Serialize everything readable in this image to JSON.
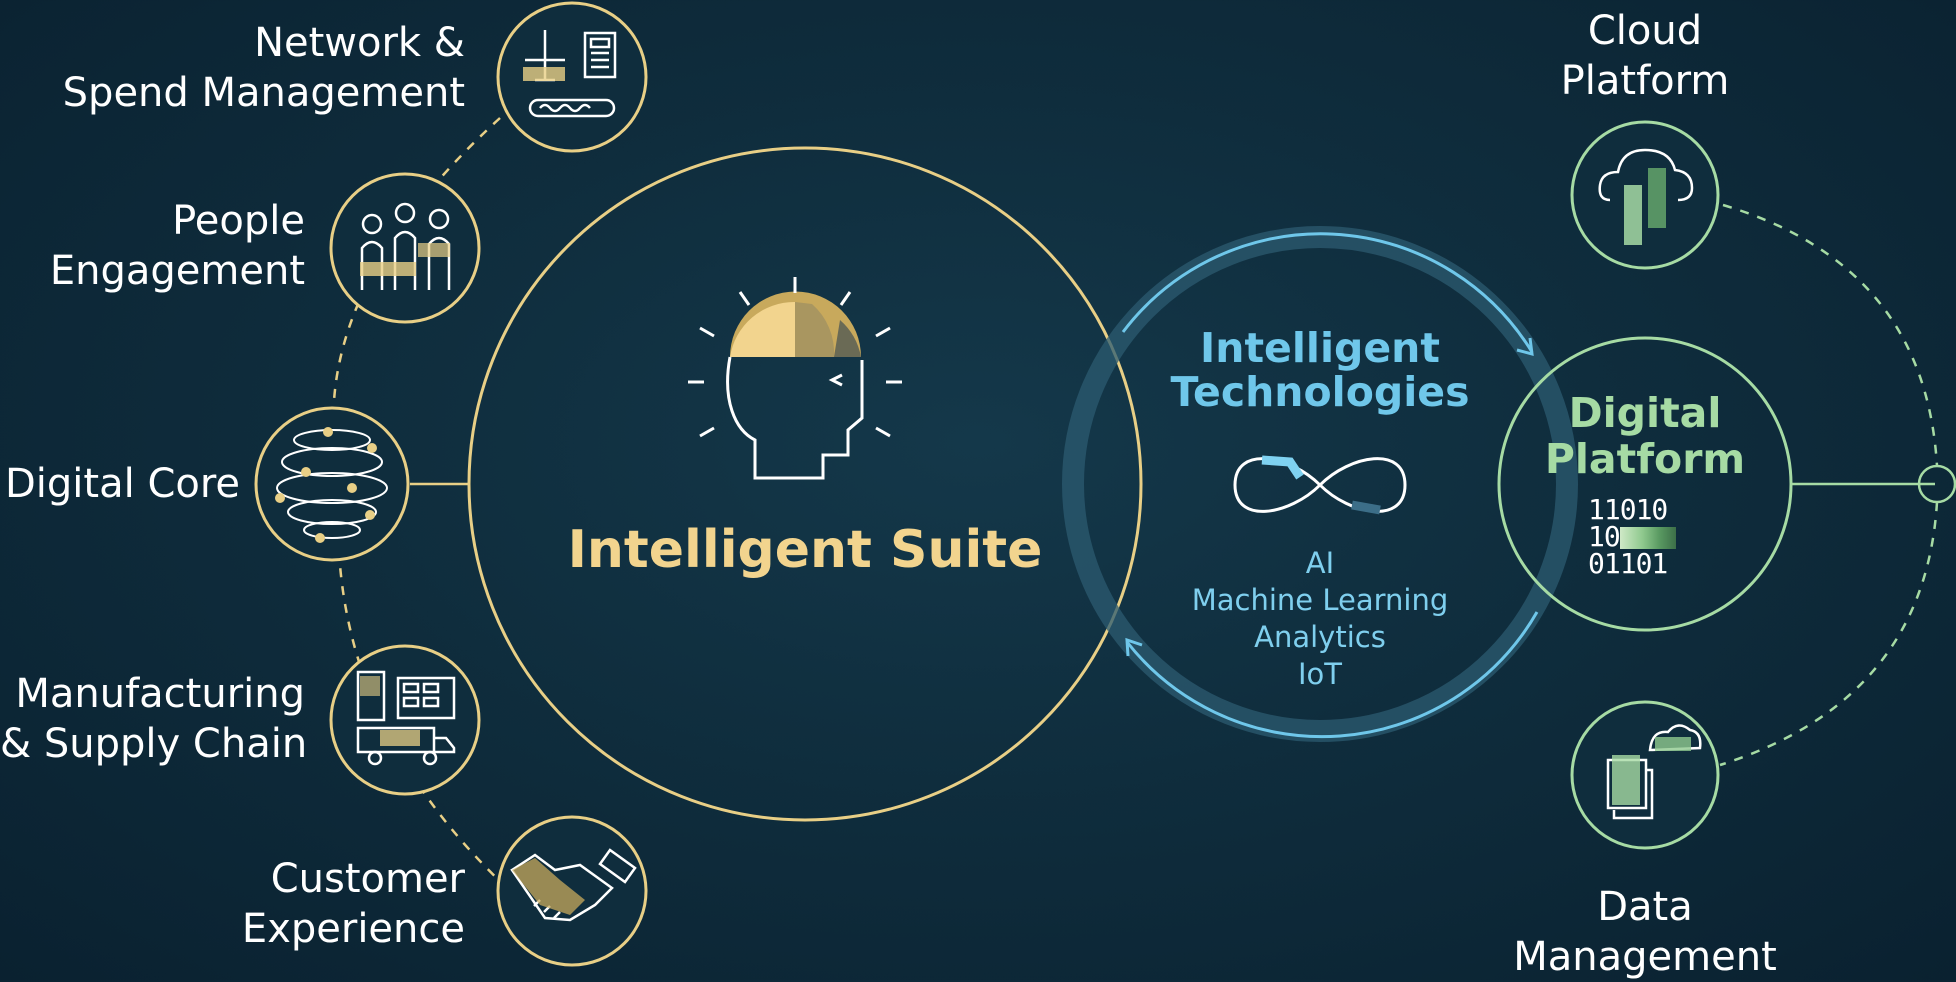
{
  "center": {
    "title": "Intelligent Suite"
  },
  "left_nodes": [
    {
      "id": "network",
      "lines": [
        "Network &",
        "Spend Management"
      ]
    },
    {
      "id": "people",
      "lines": [
        "People",
        "Engagement"
      ]
    },
    {
      "id": "core",
      "lines": [
        "Digital Core"
      ]
    },
    {
      "id": "manufacturing",
      "lines": [
        "Manufacturing",
        "& Supply Chain"
      ]
    },
    {
      "id": "customer",
      "lines": [
        "Customer",
        "Experience"
      ]
    }
  ],
  "tech": {
    "title_lines": [
      "Intelligent",
      "Technologies"
    ],
    "items": [
      "AI",
      "Machine Learning",
      "Analytics",
      "IoT"
    ]
  },
  "platform": {
    "title_lines": [
      "Digital",
      "Platform"
    ],
    "binary": [
      "11010",
      "10",
      "01101"
    ]
  },
  "right_nodes": [
    {
      "id": "cloud",
      "lines": [
        "Cloud",
        "Platform"
      ]
    },
    {
      "id": "data",
      "lines": [
        "Data",
        "Management"
      ]
    }
  ],
  "colors": {
    "suite_gold": "#e8cf86",
    "tech_blue": "#6fc7ea",
    "platform_green": "#a6dba4",
    "background": "#0f2d3d"
  }
}
